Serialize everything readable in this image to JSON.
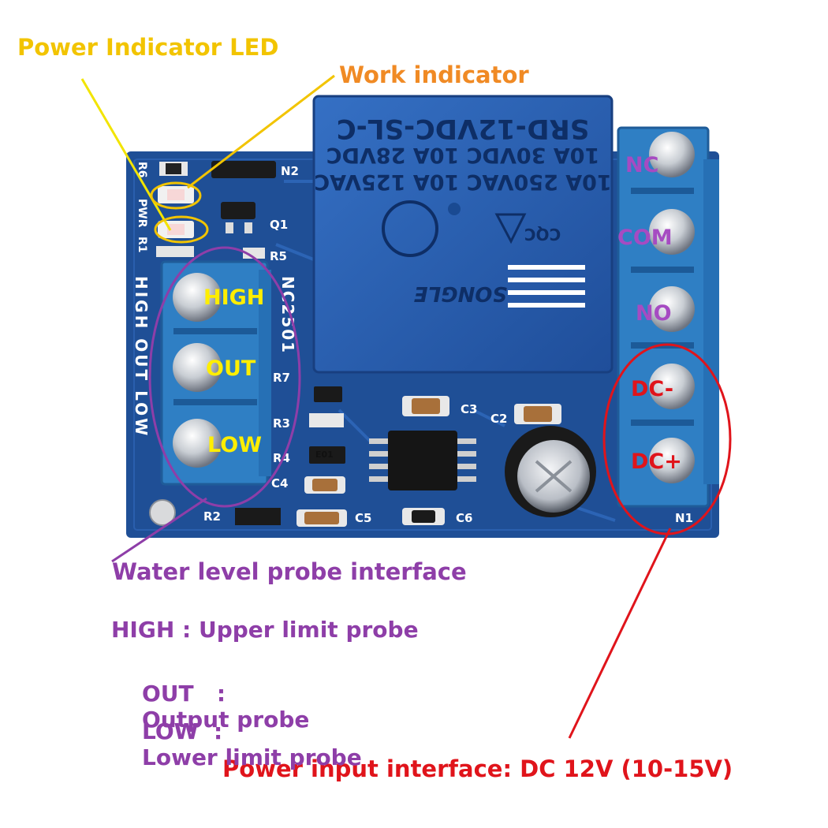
{
  "colors": {
    "led_label": "#f2c400",
    "work_label": "#f08a24",
    "probe_label": "#8e3ea8",
    "power_label": "#e0141b",
    "pcb": "#1f4f96",
    "terminal": "#2f7fc4",
    "relay": "#2a61b4",
    "board_yellow": "#ffee00",
    "board_purple": "#a64bc2",
    "board_red": "#e0141b"
  },
  "callouts": {
    "power_led": "Power Indicator LED",
    "work_indicator": "Work indicator",
    "probe_interface": "Water level probe interface",
    "power_interface": "Power input interface: DC 12V (10-15V)"
  },
  "probe_terminals": [
    "HIGH",
    "OUT",
    "LOW"
  ],
  "relay_terminals": [
    "NC",
    "COM",
    "NO"
  ],
  "power_terminals": [
    "DC-",
    "DC+"
  ],
  "relay_print": {
    "model": "SRD-12VDC-SL-C",
    "line1": "10A 30VDC 10A 28VDC",
    "line2": "10A 250VAC 10A 125VAC",
    "brand": "SONGLE",
    "cert": "CQC"
  },
  "silkscreen": {
    "n2": "N2",
    "q1": "Q1",
    "r5": "R5",
    "r6": "R6",
    "pwr": "PWR",
    "r1": "R1",
    "r7": "R7",
    "r3": "R3",
    "r4": "R4",
    "c4": "C4",
    "r2": "R2",
    "c3": "C3",
    "c2": "C2",
    "c5": "C5",
    "c6": "C6",
    "n1": "N1",
    "side_label": "HIGH OUT LOW",
    "chip_code": "NC2501",
    "res_code": "E01"
  },
  "definitions": [
    {
      "term": "HIGH :",
      "desc": "Upper limit probe"
    },
    {
      "term": "OUT   :",
      "desc": "Output probe"
    },
    {
      "term": "LOW  :",
      "desc": "Lower limit probe"
    }
  ]
}
